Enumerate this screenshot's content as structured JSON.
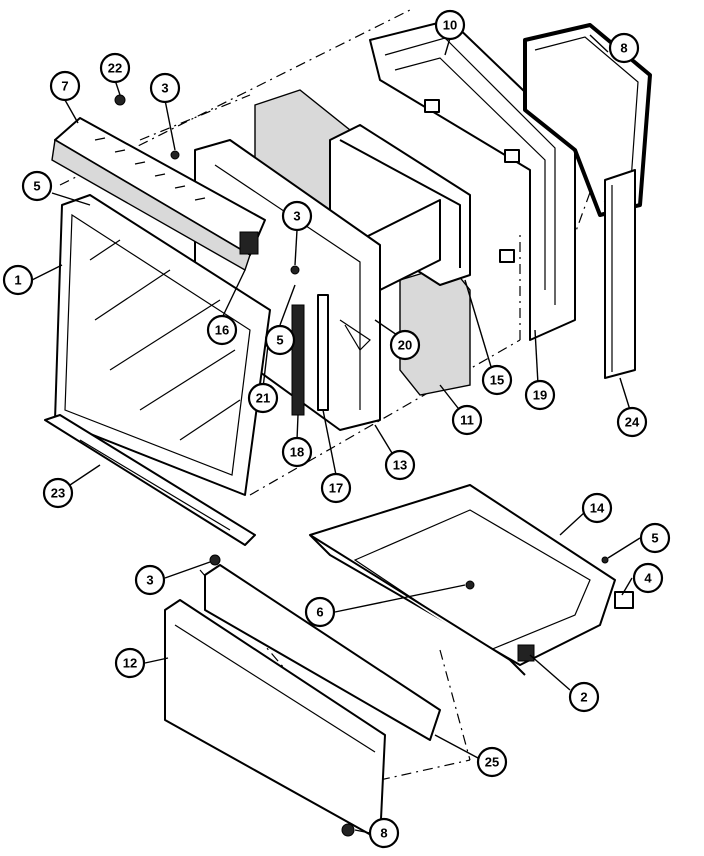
{
  "diagram": {
    "callouts": [
      {
        "id": "c1",
        "label": "1"
      },
      {
        "id": "c2",
        "label": "2"
      },
      {
        "id": "c3a",
        "label": "3"
      },
      {
        "id": "c3b",
        "label": "3"
      },
      {
        "id": "c3c",
        "label": "3"
      },
      {
        "id": "c4",
        "label": "4"
      },
      {
        "id": "c5a",
        "label": "5"
      },
      {
        "id": "c5b",
        "label": "5"
      },
      {
        "id": "c5c",
        "label": "5"
      },
      {
        "id": "c6",
        "label": "6"
      },
      {
        "id": "c7",
        "label": "7"
      },
      {
        "id": "c8a",
        "label": "8"
      },
      {
        "id": "c8b",
        "label": "8"
      },
      {
        "id": "c10",
        "label": "10"
      },
      {
        "id": "c11",
        "label": "11"
      },
      {
        "id": "c12",
        "label": "12"
      },
      {
        "id": "c13",
        "label": "13"
      },
      {
        "id": "c14",
        "label": "14"
      },
      {
        "id": "c15",
        "label": "15"
      },
      {
        "id": "c16",
        "label": "16"
      },
      {
        "id": "c17",
        "label": "17"
      },
      {
        "id": "c18",
        "label": "18"
      },
      {
        "id": "c19",
        "label": "19"
      },
      {
        "id": "c20",
        "label": "20"
      },
      {
        "id": "c21",
        "label": "21"
      },
      {
        "id": "c22",
        "label": "22"
      },
      {
        "id": "c23",
        "label": "23"
      },
      {
        "id": "c24",
        "label": "24"
      },
      {
        "id": "c25",
        "label": "25"
      }
    ]
  }
}
